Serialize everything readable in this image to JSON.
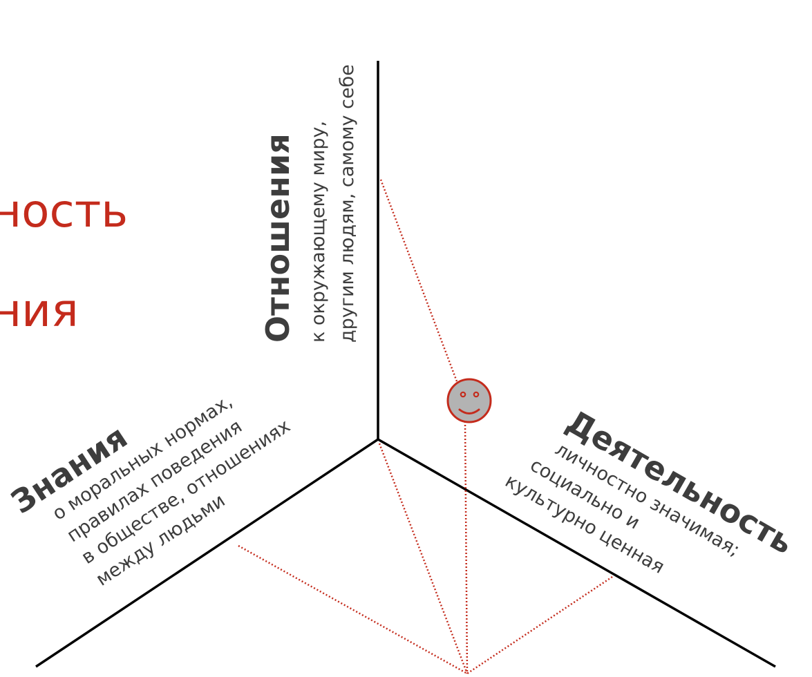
{
  "title_fragments": {
    "line1": "ность",
    "line2": "ния"
  },
  "axes": {
    "relations": {
      "title": "Отношения",
      "desc_lines": [
        "к окружающему миру,",
        "другим людям, самому себе"
      ]
    },
    "knowledge": {
      "title": "Знания",
      "desc_lines": [
        "о моральных нормах,",
        "правилах поведения",
        "в обществе, отношениях",
        "между людьми"
      ]
    },
    "activity": {
      "title": "Деятельность",
      "desc_lines": [
        "личностно значимая;",
        "социально и",
        "культурно ценная"
      ]
    }
  },
  "colors": {
    "accent": "#c42b1c",
    "text": "#3d3d3d",
    "axis": "#000000",
    "smiley_fill": "#b3b3b3"
  },
  "icons": {
    "marker": "smiley-face-icon"
  }
}
